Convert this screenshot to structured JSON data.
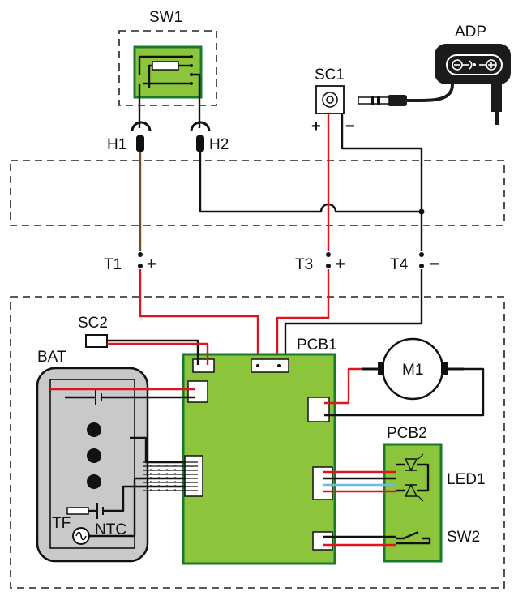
{
  "labels": {
    "sw1": "SW1",
    "adp": "ADP",
    "sc1": "SC1",
    "h1": "H1",
    "h2": "H2",
    "t1": "T1",
    "t3": "T3",
    "t4": "T4",
    "sc2": "SC2",
    "bat": "BAT",
    "pcb1": "PCB1",
    "m1": "M1",
    "pcb2": "PCB2",
    "led1": "LED1",
    "sw2": "SW2",
    "tf": "TF",
    "ntc": "NTC"
  },
  "signs": {
    "sc1_plus": "+",
    "sc1_minus": "−",
    "t1_sign": "+",
    "t3_sign": "+",
    "t4_sign": "−"
  },
  "colors": {
    "pcb_green": "#8cc43c",
    "wire_red": "#e0141e",
    "wire_black": "#111111",
    "wire_brown": "#7a4a22",
    "wire_blue": "#6fb7e4",
    "battery_gray": "#c9c9c9"
  }
}
